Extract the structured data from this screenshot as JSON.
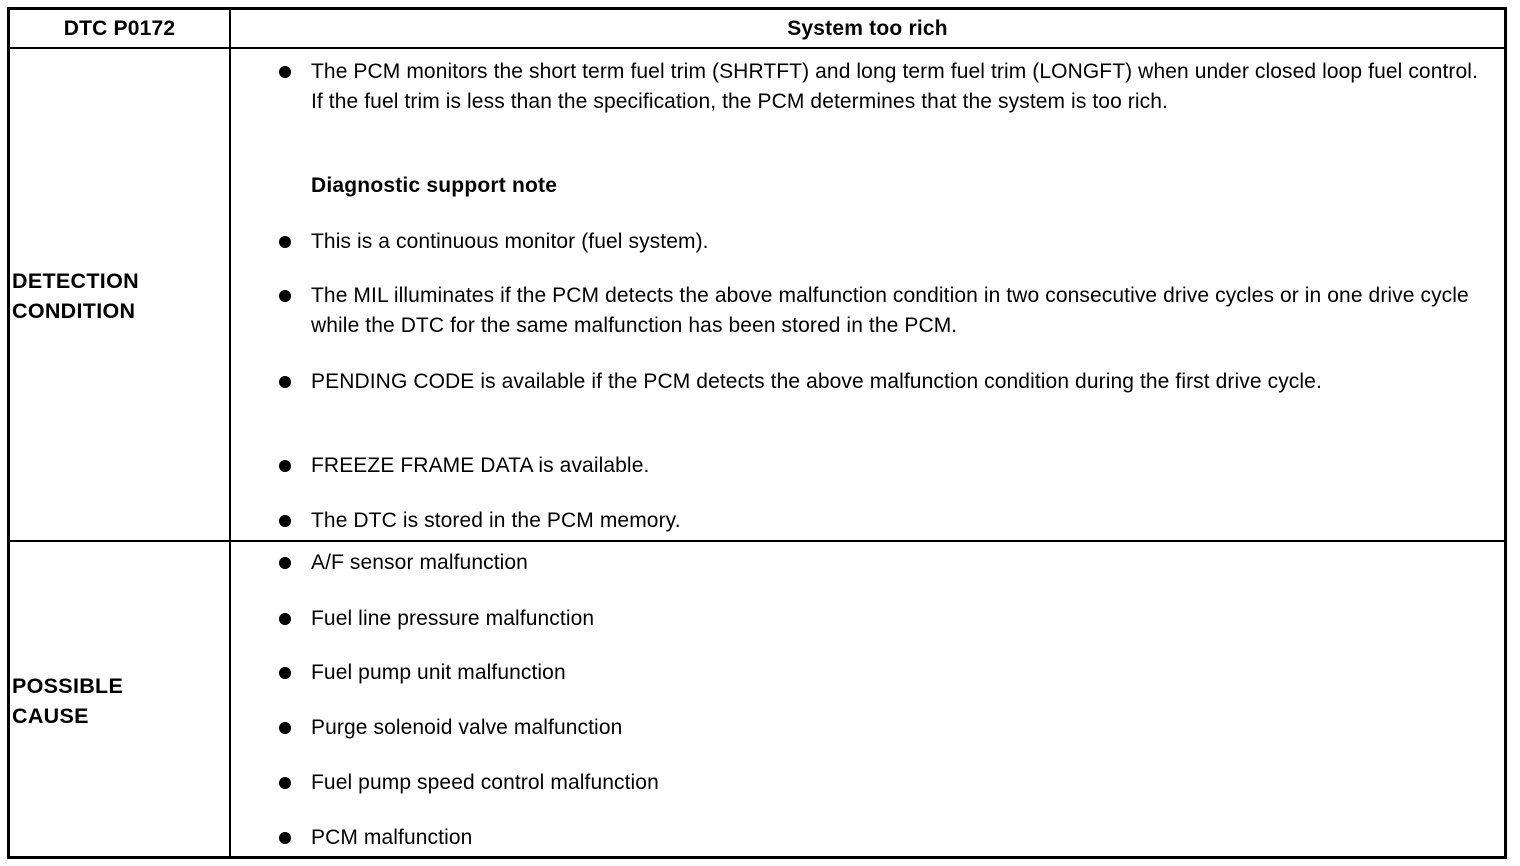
{
  "header": {
    "code": "DTC P0172",
    "title": "System too rich"
  },
  "detection": {
    "label_line1": "DETECTION",
    "label_line2": "CONDITION",
    "intro": "The PCM monitors the short term fuel trim (SHRTFT) and long term fuel trim (LONGFT) when under closed loop fuel control. If the fuel trim is less than the specification, the PCM determines that the system is too rich.",
    "note_heading": "Diagnostic support note",
    "notes": [
      "This is a continuous monitor (fuel system).",
      "The MIL illuminates if the PCM detects the above malfunction condition in two consecutive drive cycles or in one drive cycle while the DTC for the same malfunction has been stored in the PCM.",
      "PENDING CODE is available if the PCM detects the above malfunction condition during the first drive cycle.",
      "FREEZE FRAME DATA is available.",
      "The DTC is stored in the PCM memory."
    ]
  },
  "cause": {
    "label_line1": "POSSIBLE",
    "label_line2": "CAUSE",
    "items": [
      "A/F sensor malfunction",
      "Fuel line pressure malfunction",
      "Fuel pump unit malfunction",
      "Purge solenoid valve malfunction",
      "Fuel pump speed control malfunction",
      "PCM malfunction"
    ]
  }
}
